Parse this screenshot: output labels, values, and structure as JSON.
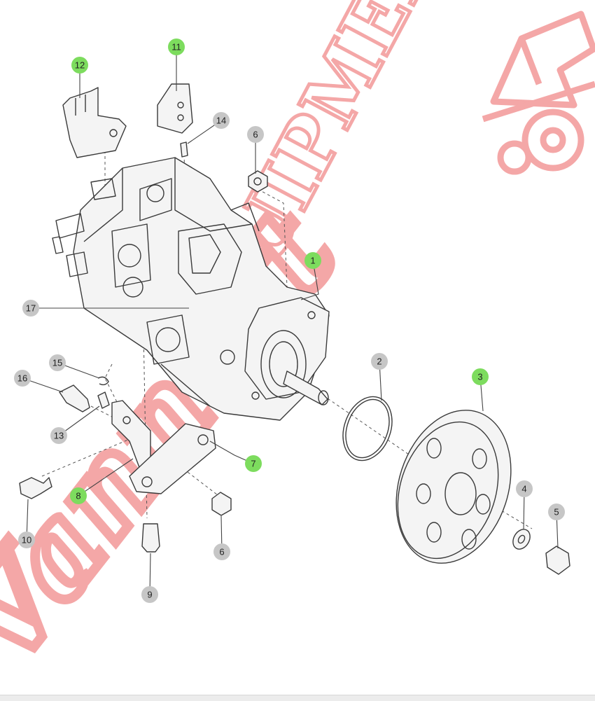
{
  "palette": {
    "highlight": "#7ddc5e",
    "neutral": "#c6c6c6",
    "watermark": "#f08a8a",
    "line": "#3a3a3a"
  },
  "callouts": [
    {
      "label": "1",
      "highlight": true
    },
    {
      "label": "2",
      "highlight": false
    },
    {
      "label": "3",
      "highlight": true
    },
    {
      "label": "4",
      "highlight": false
    },
    {
      "label": "5",
      "highlight": false
    },
    {
      "label": "6",
      "highlight": false
    },
    {
      "label": "6",
      "highlight": false
    },
    {
      "label": "7",
      "highlight": true
    },
    {
      "label": "8",
      "highlight": true
    },
    {
      "label": "9",
      "highlight": false
    },
    {
      "label": "10",
      "highlight": false
    },
    {
      "label": "11",
      "highlight": true
    },
    {
      "label": "12",
      "highlight": true
    },
    {
      "label": "13",
      "highlight": false
    },
    {
      "label": "14",
      "highlight": false
    },
    {
      "label": "15",
      "highlight": false
    },
    {
      "label": "16",
      "highlight": false
    },
    {
      "label": "17",
      "highlight": false
    }
  ],
  "watermark": {
    "main_text": "EQUIPMENT",
    "script_text": "Vannest"
  }
}
